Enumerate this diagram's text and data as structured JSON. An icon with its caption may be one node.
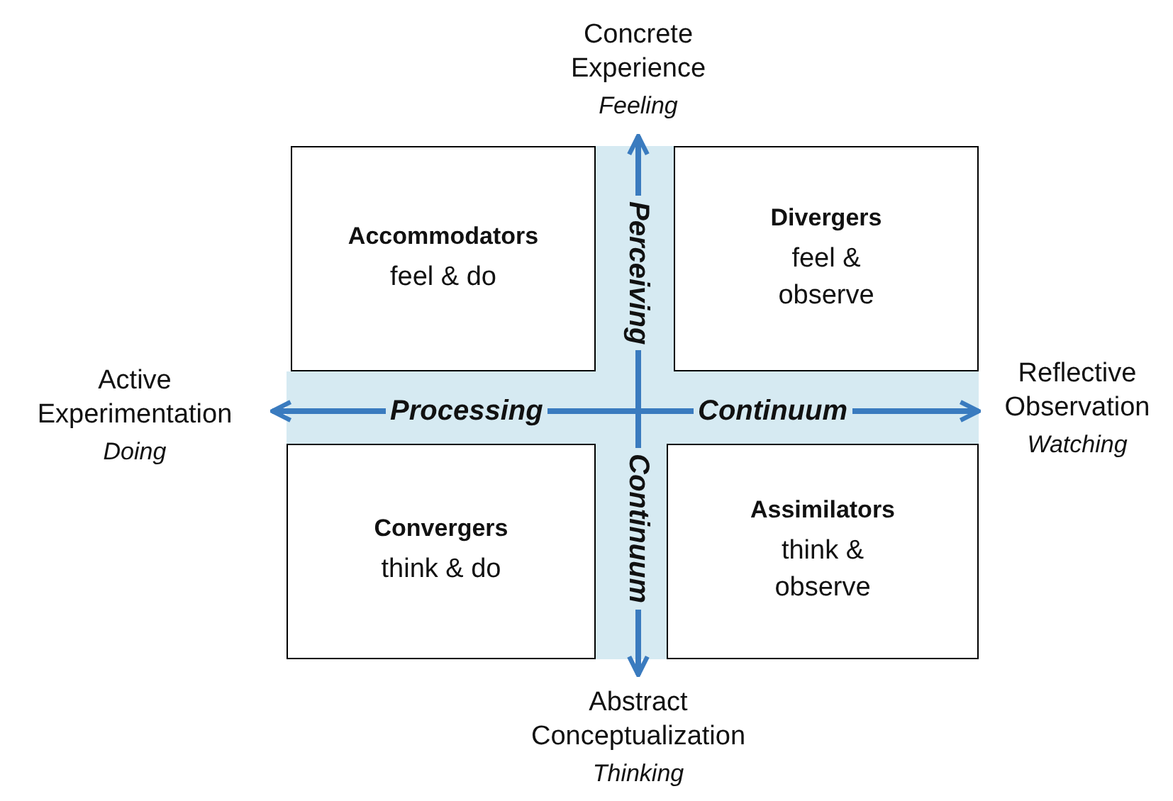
{
  "diagram": {
    "nodes": [
      {
        "text": [
          "Concrete Experience",
          "Feeling"
        ]
      },
      {
        "text": [
          "Accommodators",
          "feel & do"
        ]
      },
      {
        "text": [
          "Divergers",
          "feel & observe"
        ]
      },
      {
        "text": [
          "Active Experimentation",
          "Doing"
        ]
      },
      {
        "text": [
          "Reflective Observation",
          "Watching"
        ]
      },
      {
        "text": [
          "Convergers",
          "think & do"
        ]
      },
      {
        "text": [
          "Assimilators",
          "think & observe"
        ]
      },
      {
        "text": [
          "Abstract Conceptualization",
          "Thinking"
        ]
      }
    ],
    "edges": [
      {
        "from": 7,
        "to": 0,
        "arrow": "both"
      },
      {
        "from": 3,
        "to": 4,
        "arrow": "both"
      }
    ],
    "labels": [
      "Perceiving",
      "Processing",
      "Continuum",
      "Continuum"
    ]
  }
}
